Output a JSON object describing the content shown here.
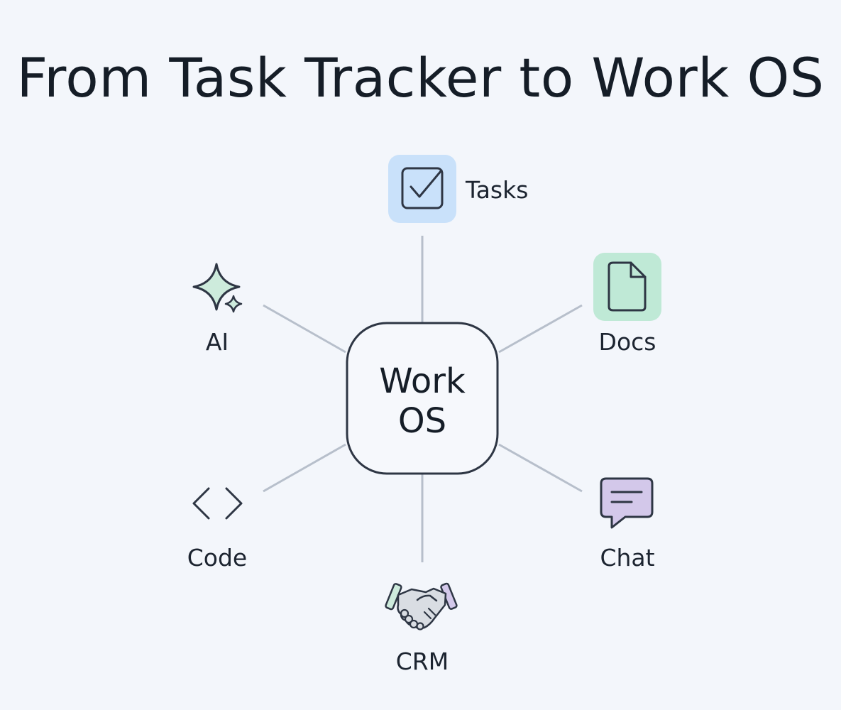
{
  "title": "From Task Tracker to Work OS",
  "hub": {
    "line1": "Work",
    "line2": "OS"
  },
  "nodes": {
    "tasks": {
      "label": "Tasks",
      "icon": "checkbox-icon",
      "tile_color": "#c9e1fa"
    },
    "docs": {
      "label": "Docs",
      "icon": "document-icon",
      "tile_color": "#bfe9d6"
    },
    "ai": {
      "label": "AI",
      "icon": "sparkle-icon",
      "accent_color": "#cdebdc"
    },
    "code": {
      "label": "Code",
      "icon": "code-brackets-icon"
    },
    "chat": {
      "label": "Chat",
      "icon": "chat-bubble-icon",
      "accent_color": "#d3c8ea"
    },
    "crm": {
      "label": "CRM",
      "icon": "handshake-icon"
    }
  },
  "colors": {
    "background": "#f3f6fb",
    "connector": "#b7bfcb",
    "outline": "#2e3644"
  }
}
